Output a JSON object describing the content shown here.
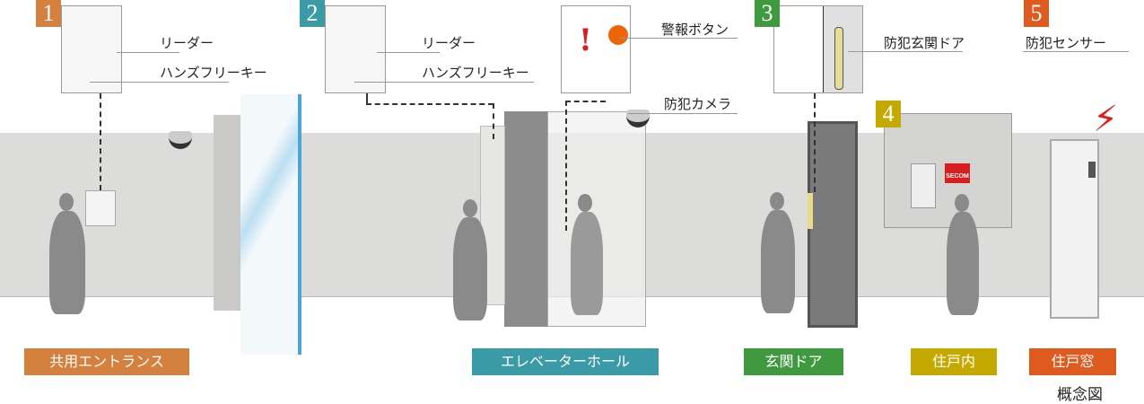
{
  "sections": [
    {
      "num": "1",
      "color": "#d4813f",
      "labels": [
        "リーダー",
        "ハンズフリーキー"
      ]
    },
    {
      "num": "2",
      "color": "#3a9aa6",
      "labels": [
        "リーダー",
        "ハンズフリーキー"
      ]
    },
    {
      "num": "3",
      "color": "#3f9a3f",
      "labels": [
        "防犯玄関ドア"
      ]
    },
    {
      "num": "4",
      "color": "#c4aa00"
    },
    {
      "num": "5",
      "color": "#de5a1e",
      "labels": [
        "防犯センサー"
      ]
    }
  ],
  "alarm": {
    "label": "警報ボタン",
    "mark": "!"
  },
  "camera": {
    "label": "防犯カメラ"
  },
  "logo": "SECOM",
  "zones": [
    "共用エントランス",
    "エレベーターホール",
    "玄関ドア",
    "住戸内",
    "住戸窓"
  ],
  "caption": "概念図"
}
